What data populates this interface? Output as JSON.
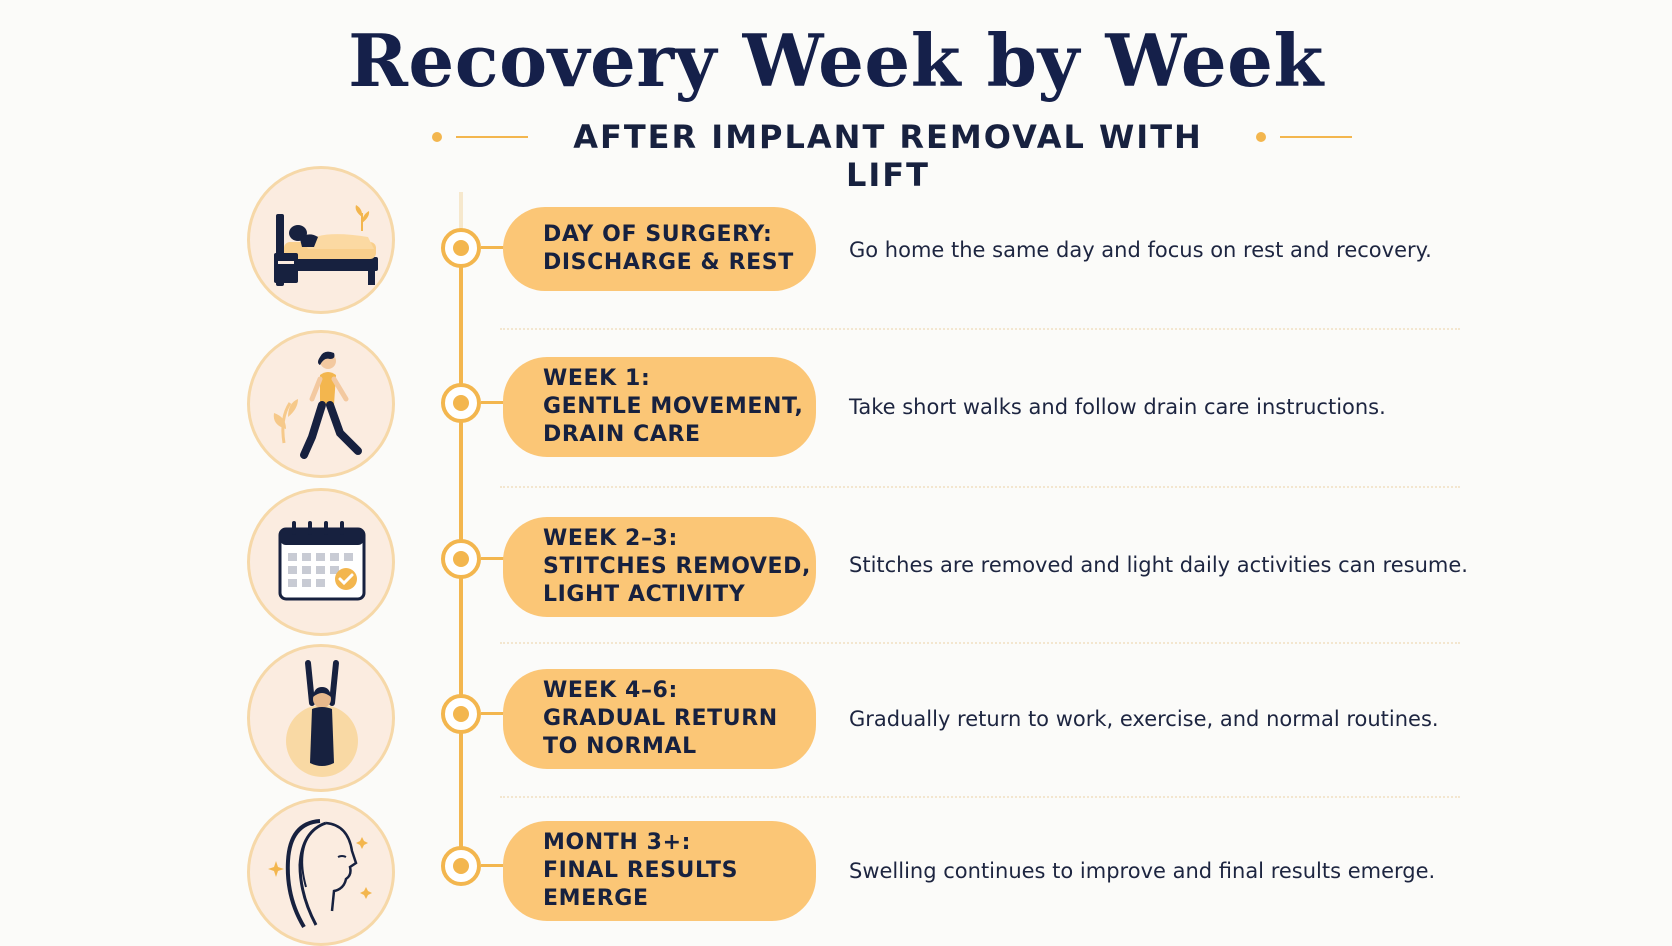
{
  "title": "Recovery Week by Week",
  "subtitle": "AFTER IMPLANT REMOVAL WITH LIFT",
  "colors": {
    "navy": "#15204a",
    "accent": "#f3b64e",
    "pill": "#fbc676",
    "circle_bg": "#fbece0",
    "background": "#fbfbf9"
  },
  "steps": [
    {
      "icon": "bed-rest-icon",
      "label": "DAY OF SURGERY:\nDISCHARGE & REST",
      "description": "Go home the same day and focus on rest and recovery."
    },
    {
      "icon": "walking-woman-icon",
      "label": "WEEK 1:\nGENTLE MOVEMENT,\nDRAIN CARE",
      "description": "Take short walks and follow drain care instructions."
    },
    {
      "icon": "calendar-check-icon",
      "label": "WEEK 2–3:\nSTITCHES REMOVED,\nLIGHT ACTIVITY",
      "description": "Stitches are removed and light daily activities can resume."
    },
    {
      "icon": "stretching-woman-icon",
      "label": "WEEK 4–6:\nGRADUAL RETURN\nTO NORMAL",
      "description": "Gradually return to work, exercise, and normal routines."
    },
    {
      "icon": "woman-profile-icon",
      "label": "MONTH 3+:\nFINAL RESULTS\nEMERGE",
      "description": "Swelling continues to improve and final results emerge."
    }
  ]
}
